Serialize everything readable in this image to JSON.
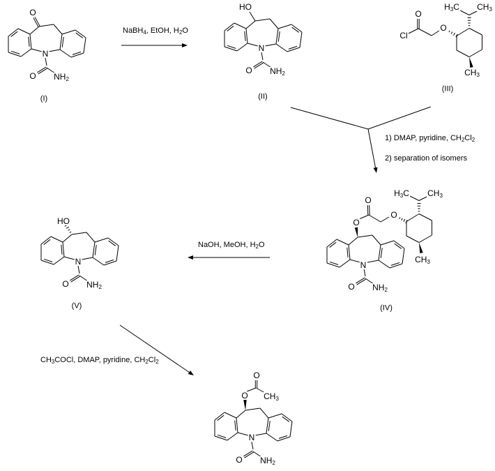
{
  "scheme": {
    "structures": {
      "I": {
        "caption": "(I)",
        "labels": {
          "ketone_o": "O",
          "n": "N",
          "amide_o": "O",
          "amide_nh2": "NH2"
        }
      },
      "II": {
        "caption": "(II)",
        "labels": {
          "ho": "HO",
          "n": "N",
          "amide_o": "O",
          "amide_nh2": "NH2"
        }
      },
      "III": {
        "caption": "(III)",
        "labels": {
          "cl": "Cl",
          "carbonyl_o": "O",
          "ether_o": "O",
          "isopropyl_h3c": "H3C",
          "isopropyl_ch3": "CH3",
          "ring_ch3": "CH3"
        }
      },
      "IV": {
        "caption": "(IV)",
        "labels": {
          "ester_o": "O",
          "carbonyl_o": "O",
          "ether_o": "O",
          "isopropyl_h3c": "H3C",
          "isopropyl_ch3": "CH3",
          "ring_ch3": "CH3",
          "n": "N",
          "amide_o": "O",
          "amide_nh2": "NH2"
        }
      },
      "V": {
        "caption": "(V)",
        "labels": {
          "ho": "HO",
          "n": "N",
          "amide_o": "O",
          "amide_nh2": "NH2"
        }
      },
      "product": {
        "labels": {
          "ester_o": "O",
          "carbonyl_o": "O",
          "acetyl_ch3": "CH3",
          "n": "N",
          "amide_o": "O",
          "amide_nh2": "NH2"
        }
      }
    },
    "steps": {
      "step1": {
        "reagents": "NaBH4, EtOH, H2O"
      },
      "step2": {
        "line1": "1) DMAP, pyridine, CH2Cl2",
        "line2": "2) separation of isomers"
      },
      "step3": {
        "reagents": "NaOH, MeOH, H2O"
      },
      "step4": {
        "reagents": "CH3COCl, DMAP, pyridine, CH2Cl2"
      }
    },
    "colors": {
      "bond": "#000000",
      "background": "#ffffff"
    }
  }
}
